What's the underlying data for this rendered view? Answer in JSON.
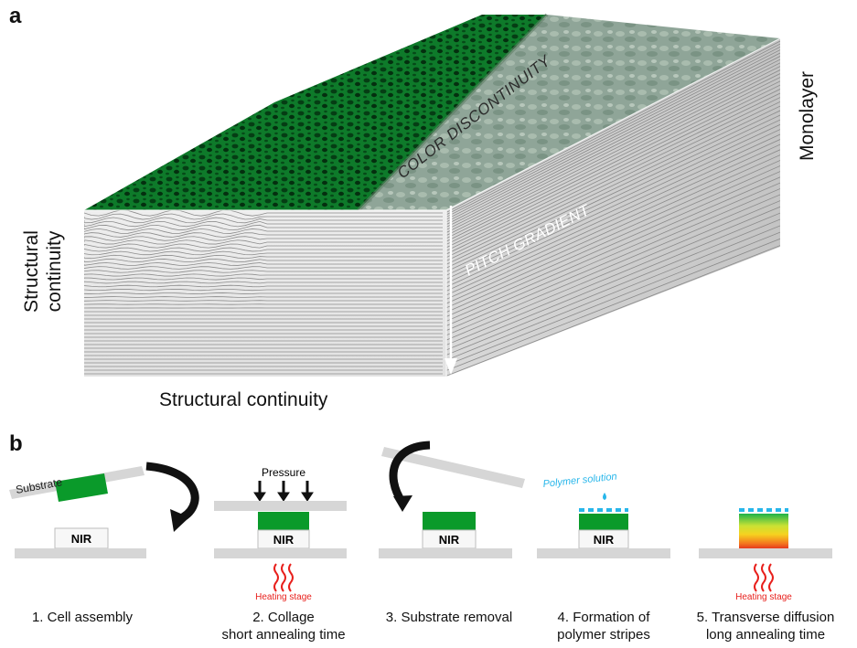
{
  "panel_a": {
    "label": "a",
    "texts": {
      "color_discontinuity": "COLOR DISCONTINUITY",
      "pitch_gradient": "PITCH GRADIENT",
      "monolayer": "Monolayer",
      "structural_left_1": "Structural",
      "structural_left_2": "continuity",
      "structural_bottom": "Structural continuity"
    }
  },
  "panel_b": {
    "label": "b",
    "texts": {
      "substrate": "Substrate",
      "pressure": "Pressure",
      "polymer_solution": "Polymer solution",
      "heating_stage": "Heating stage",
      "nir": "NIR"
    },
    "steps": [
      {
        "line1": "1. Cell assembly",
        "line2": ""
      },
      {
        "line1": "2. Collage",
        "line2": "short annealing time"
      },
      {
        "line1": "3. Substrate removal",
        "line2": ""
      },
      {
        "line1": "4. Formation of",
        "line2": "polymer stripes"
      },
      {
        "line1": "5. Transverse diffusion",
        "line2": "long annealing time"
      }
    ]
  },
  "colors": {
    "green_film": "#0a9a2a",
    "dark_green": "#0d5f1f",
    "grey_substrate": "#d6d6d6",
    "heat_red": "#e8201c",
    "polymer_blue": "#27b6ea"
  }
}
